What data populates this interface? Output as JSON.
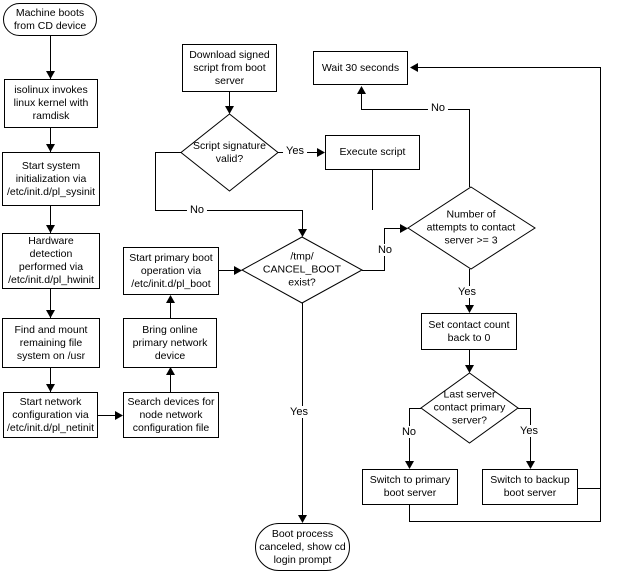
{
  "diagram": {
    "colors": {
      "background": "#ffffff",
      "line": "#000000",
      "text": "#000000"
    },
    "nodes": {
      "start": {
        "type": "terminator",
        "label": "Machine boots\nfrom CD device"
      },
      "isolinux": {
        "type": "process",
        "label": "isolinux invokes\nlinux kernel with\nramdisk"
      },
      "sysinit": {
        "type": "process",
        "label": "Start system\ninitialization via\n/etc/init.d/pl_sysinit"
      },
      "hwinit": {
        "type": "process",
        "label": "Hardware\ndetection\nperformed via\n/etc/init.d/pl_hwinit"
      },
      "findmount": {
        "type": "process",
        "label": "Find and mount\nremaining file\nsystem on /usr"
      },
      "netinit": {
        "type": "process",
        "label": "Start network\nconfiguration via\n/etc/init.d/pl_netinit"
      },
      "search": {
        "type": "process",
        "label": "Search devices for\nnode network\nconfiguration file"
      },
      "bringonline": {
        "type": "process",
        "label": "Bring online\nprimary network\ndevice"
      },
      "plboot": {
        "type": "process",
        "label": "Start primary boot\noperation via\n/etc/init.d/pl_boot"
      },
      "download": {
        "type": "process",
        "label": "Download signed\nscript from boot\nserver"
      },
      "wait": {
        "type": "process",
        "label": "Wait 30 seconds"
      },
      "sigvalid": {
        "type": "decision",
        "label": "Script signature\nvalid?"
      },
      "execute": {
        "type": "process",
        "label": "Execute script"
      },
      "cancelboot": {
        "type": "decision",
        "label": "/tmp/\nCANCEL_BOOT\nexist?"
      },
      "attempts": {
        "type": "decision",
        "label": "Number of\nattempts to contact\nserver >= 3"
      },
      "setcount": {
        "type": "process",
        "label": "Set contact count\nback to 0"
      },
      "lastserver": {
        "type": "decision",
        "label": "Last server\ncontact primary\nserver?"
      },
      "switchprimary": {
        "type": "process",
        "label": "Switch to primary\nboot server"
      },
      "switchbackup": {
        "type": "process",
        "label": "Switch to backup\nboot server"
      },
      "end": {
        "type": "terminator",
        "label": "Boot process\ncanceled, show cd\nlogin prompt"
      }
    },
    "edge_labels": {
      "sig_yes": "Yes",
      "sig_no": "No",
      "attempts_no": "No",
      "cancel_no": "No",
      "cancel_yes": "Yes",
      "attempts_yes": "Yes",
      "lastserver_no": "No",
      "lastserver_yes": "Yes"
    }
  }
}
